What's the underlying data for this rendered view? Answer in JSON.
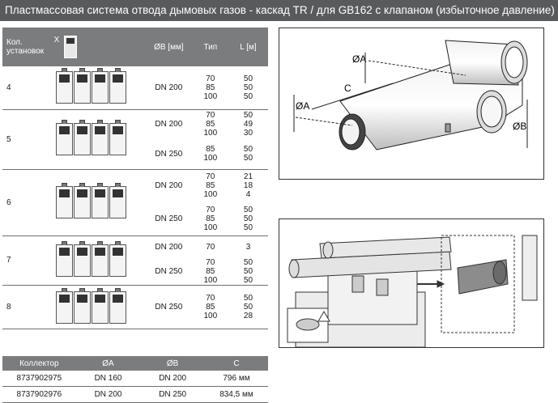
{
  "title": "Пластмассовая система отвода дымовых газов - каскад TR / для GB162 с клапаном (избыточное давление)",
  "table": {
    "headers": {
      "count": "Кол. установок",
      "x": "X",
      "dia": "ØB [мм]",
      "type": "Тип",
      "length": "L [м]"
    },
    "rows": [
      {
        "count": "4",
        "boilers": 4,
        "groups": [
          {
            "dn": "DN 200",
            "types": [
              "70",
              "85",
              "100"
            ],
            "lengths": [
              "50",
              "50",
              "50"
            ]
          }
        ]
      },
      {
        "count": "5",
        "boilers": 5,
        "groups": [
          {
            "dn": "DN 200",
            "types": [
              "70",
              "85",
              "100"
            ],
            "lengths": [
              "50",
              "49",
              "30"
            ]
          },
          {
            "dn": "DN 250",
            "types": [
              "85",
              "100"
            ],
            "lengths": [
              "50",
              "50"
            ]
          }
        ]
      },
      {
        "count": "6",
        "boilers": 6,
        "groups": [
          {
            "dn": "DN 200",
            "types": [
              "70",
              "85",
              "100"
            ],
            "lengths": [
              "21",
              "18",
              "4"
            ]
          },
          {
            "dn": "DN 250",
            "types": [
              "70",
              "85",
              "100"
            ],
            "lengths": [
              "50",
              "50",
              "50"
            ]
          }
        ]
      },
      {
        "count": "7",
        "boilers": 7,
        "groups": [
          {
            "dn": "DN 200",
            "types": [
              "70"
            ],
            "lengths": [
              "3"
            ]
          },
          {
            "dn": "DN 250",
            "types": [
              "70",
              "85",
              "100"
            ],
            "lengths": [
              "50",
              "50",
              "50"
            ]
          }
        ]
      },
      {
        "count": "8",
        "boilers": 8,
        "groups": [
          {
            "dn": "DN 250",
            "types": [
              "70",
              "85",
              "100"
            ],
            "lengths": [
              "50",
              "50",
              "28"
            ]
          }
        ]
      }
    ]
  },
  "collector_table": {
    "headers": [
      "Коллектор",
      "ØA",
      "ØB",
      "C"
    ],
    "rows": [
      [
        "8737902975",
        "DN 160",
        "DN 200",
        "796 мм"
      ],
      [
        "8737902976",
        "DN 200",
        "DN 250",
        "834,5 мм"
      ]
    ]
  },
  "diagram_labels": {
    "a_top": "ØA",
    "a_left": "ØA",
    "b": "ØB",
    "c": "C"
  }
}
